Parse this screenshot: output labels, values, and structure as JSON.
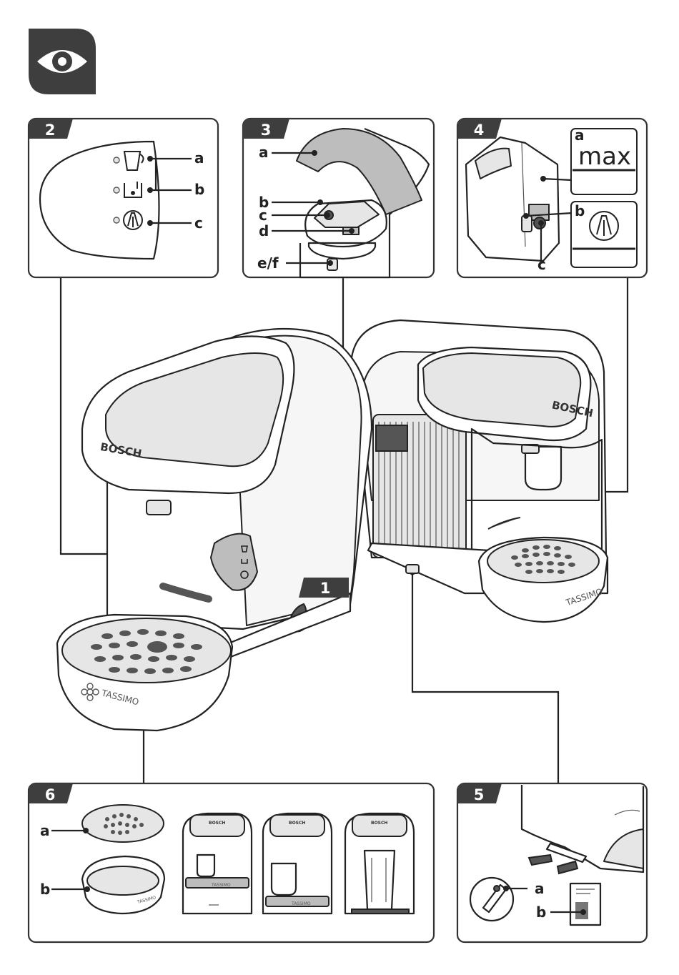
{
  "header": {
    "icon": "eye-icon",
    "icon_bg": "#3e3e3e"
  },
  "main_illustration": {
    "step": "1",
    "brand": "BOSCH",
    "tray_brand": "TASSIMO"
  },
  "panels": [
    {
      "step": "2",
      "labels": [
        "a",
        "b",
        "c"
      ],
      "icons": [
        "cup-icon",
        "water-tank-icon",
        "descale-icon"
      ]
    },
    {
      "step": "3",
      "labels": [
        "a",
        "b",
        "c",
        "d",
        "e/f"
      ]
    },
    {
      "step": "4",
      "labels": [
        "a",
        "b",
        "c"
      ],
      "max_text": "max",
      "icons": [
        "descale-icon"
      ]
    },
    {
      "step": "5",
      "labels": [
        "a",
        "b"
      ]
    },
    {
      "step": "6",
      "labels": [
        "a",
        "b"
      ]
    }
  ],
  "colors": {
    "accent": "#3e3e3e",
    "grey_light": "#e6e6e6",
    "grey_mid": "#bdbdbd",
    "line": "#222222"
  }
}
